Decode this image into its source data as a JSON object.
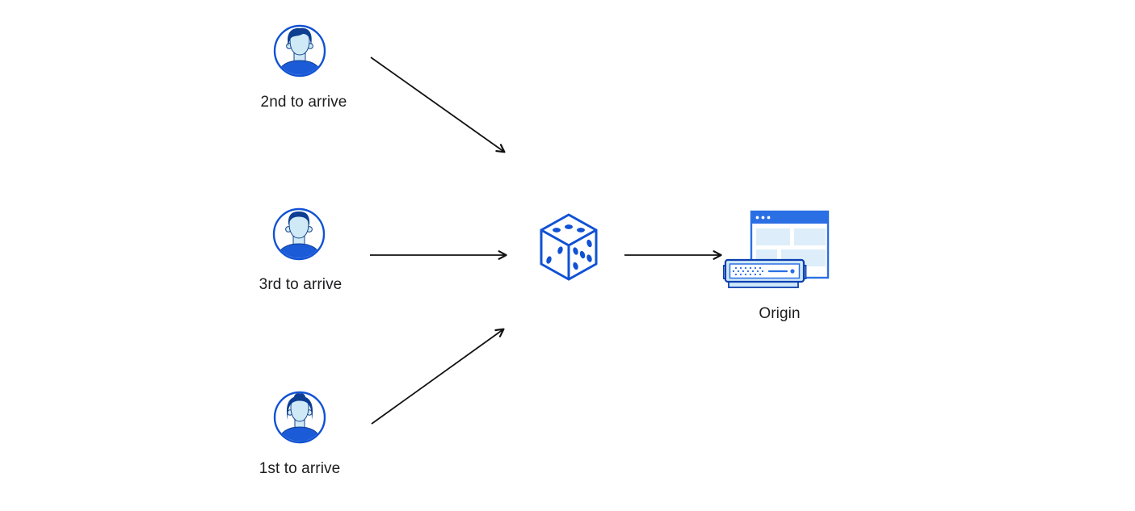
{
  "diagram": {
    "users": [
      {
        "label": "2nd to arrive",
        "icon": "user-male-avatar-icon"
      },
      {
        "label": "3rd to arrive",
        "icon": "user-male-short-hair-avatar-icon"
      },
      {
        "label": "1st to arrive",
        "icon": "user-female-avatar-icon"
      }
    ],
    "selector": {
      "icon": "dice-icon"
    },
    "origin": {
      "label": "Origin",
      "icon": "origin-server-icon"
    },
    "arrows": [
      {
        "from": "user-2nd",
        "to": "dice"
      },
      {
        "from": "user-3rd",
        "to": "dice"
      },
      {
        "from": "user-1st",
        "to": "dice"
      },
      {
        "from": "dice",
        "to": "origin"
      }
    ]
  },
  "colors": {
    "background": "#ffffff",
    "text": "#1d1d1f",
    "arrow": "#111111",
    "outline_blue": "#1152d4",
    "dark_navy": "#0d3e92",
    "face_light_blue": "#cfe9f6",
    "face_outline": "#17458f",
    "shirt_blue": "#1b5bd7",
    "browser_blue": "#2b6fe4",
    "panel_light_blue": "#ddeefa",
    "server_shell_blue": "#cfe8f8",
    "server_border_navy": "#0c3faf"
  }
}
